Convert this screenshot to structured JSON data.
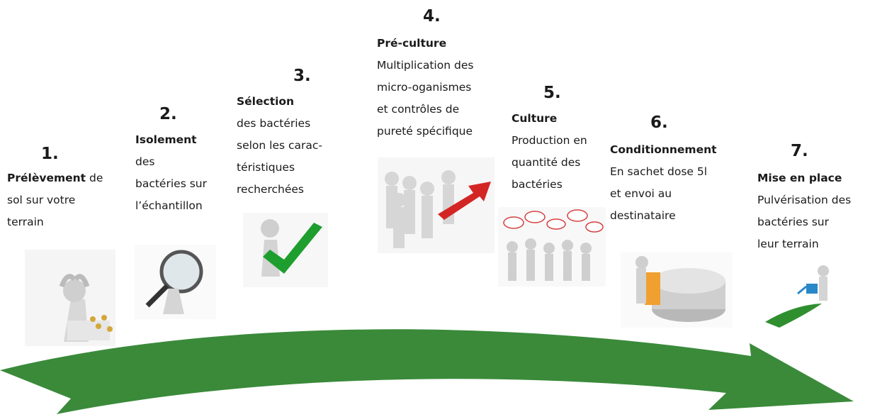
{
  "steps": [
    {
      "number": "1.",
      "title": "Prélèvement",
      "title_suffix": " de",
      "lines": [
        "sol sur votre",
        "terrain"
      ],
      "illustration": "worried-figure-icon"
    },
    {
      "number": "2.",
      "title": "Isolement",
      "lines": [
        "des",
        "bactéries sur",
        "l’échantillon"
      ],
      "illustration": "magnifying-glass-figure-icon"
    },
    {
      "number": "3.",
      "title": "Sélection",
      "lines": [
        "des bactéries",
        "selon les carac-",
        "téristiques",
        "recherchées"
      ],
      "illustration": "check-mark-figure-icon"
    },
    {
      "number": "4.",
      "title": "Pré-culture",
      "lines": [
        "Multiplication des",
        "micro-oganismes",
        "et contrôles de",
        "pureté spécifique"
      ],
      "illustration": "crowd-red-arrow-icon"
    },
    {
      "number": "5.",
      "title": "Culture",
      "lines": [
        "Production en",
        "quantité des",
        "bactéries"
      ],
      "illustration": "crowd-speech-bubbles-icon"
    },
    {
      "number": "6.",
      "title": "Conditionnement",
      "lines": [
        "En sachet dose  5l",
        "et envoi au",
        "destinataire"
      ],
      "illustration": "pie-chart-figure-icon"
    },
    {
      "number": "7.",
      "title": "Mise en place",
      "lines": [
        "Pulvérisation des",
        "bactéries sur",
        "leur terrain"
      ],
      "illustration": "watering-can-figure-icon"
    }
  ],
  "colors": {
    "arrow": "#3a8a3a",
    "check": "#1e9e2e",
    "red_arrow": "#d42525",
    "box": "#f0a030"
  }
}
